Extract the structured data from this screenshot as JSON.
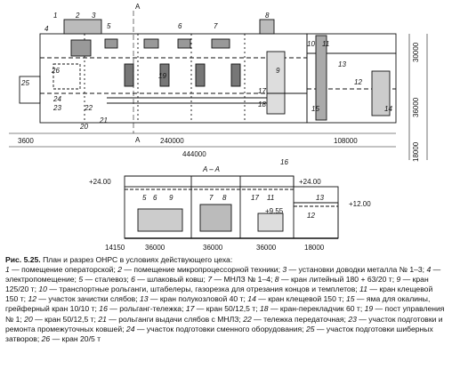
{
  "plan": {
    "numbers": [
      "1",
      "2",
      "3",
      "4",
      "5",
      "6",
      "7",
      "8",
      "9",
      "10",
      "11",
      "12",
      "13",
      "14",
      "15",
      "16",
      "17",
      "18",
      "19",
      "20",
      "21",
      "22",
      "23",
      "24",
      "25",
      "26"
    ],
    "dim_3600": "3600",
    "dim_240000": "240000",
    "dim_108000": "108000",
    "dim_444000": "444000",
    "dim_18000": "18000",
    "dim_36000": "36000",
    "dim_30000": "30000",
    "section_mark": "A",
    "section_mark_2": "A"
  },
  "section": {
    "title": "A – A",
    "levels": [
      "+24.00",
      "+24.00",
      "+12.00",
      "+9.55"
    ],
    "spans": [
      "14150",
      "36000",
      "36000",
      "36000",
      "18000"
    ],
    "numbers": [
      "5",
      "6",
      "7",
      "8",
      "9",
      "11",
      "12",
      "13",
      "17"
    ]
  },
  "caption": {
    "title": "Рис. 5.25.",
    "title_rest": " План и разрез ОНРС в условиях действующего цеха:",
    "legend": [
      {
        "n": "1",
        "t": " — помещение операторской; "
      },
      {
        "n": "2",
        "t": " — помещение микропроцессорной техники; "
      },
      {
        "n": "3",
        "t": " — установки доводки металла № 1–3; "
      },
      {
        "n": "4",
        "t": " — электропомещение; "
      },
      {
        "n": "5",
        "t": " — сталевоз; "
      },
      {
        "n": "6",
        "t": " — шлаковый ковш; "
      },
      {
        "n": "7",
        "t": " — МНЛЗ № 1–4; "
      },
      {
        "n": "8",
        "t": " — кран литейный 180 + 63/20 т; "
      },
      {
        "n": "9",
        "t": " — кран 125/20 т; "
      },
      {
        "n": "10",
        "t": " — транспортные рольганги, штабелеры, газорезка для отрезания концов и темплетов; "
      },
      {
        "n": "11",
        "t": " — кран клещевой 150 т; "
      },
      {
        "n": "12",
        "t": " — участок зачистки слябов; "
      },
      {
        "n": "13",
        "t": " — кран полукозловой 40 т; "
      },
      {
        "n": "14",
        "t": " — кран клещевой 150 т; "
      },
      {
        "n": "15",
        "t": " — яма для окалины, грейферный кран 10/10 т; "
      },
      {
        "n": "16",
        "t": " — рольганг-тележка; "
      },
      {
        "n": "17",
        "t": " — кран 50/12,5 т; "
      },
      {
        "n": "18",
        "t": " — кран-перекладчик 60 т; "
      },
      {
        "n": "19",
        "t": " — пост управления № 1; "
      },
      {
        "n": "20",
        "t": " — кран 50/12,5 т; "
      },
      {
        "n": "21",
        "t": " — рольганги выдачи слябов с МНЛЗ; "
      },
      {
        "n": "22",
        "t": " — тележка передаточная; "
      },
      {
        "n": "23",
        "t": " — участок подготовки и ремонта промежуточных ковшей; "
      },
      {
        "n": "24",
        "t": " — участок подготовки сменного оборудования; "
      },
      {
        "n": "25",
        "t": " — участок подготовки шиберных затворов; "
      },
      {
        "n": "26",
        "t": " — кран 20/5 т"
      }
    ]
  }
}
